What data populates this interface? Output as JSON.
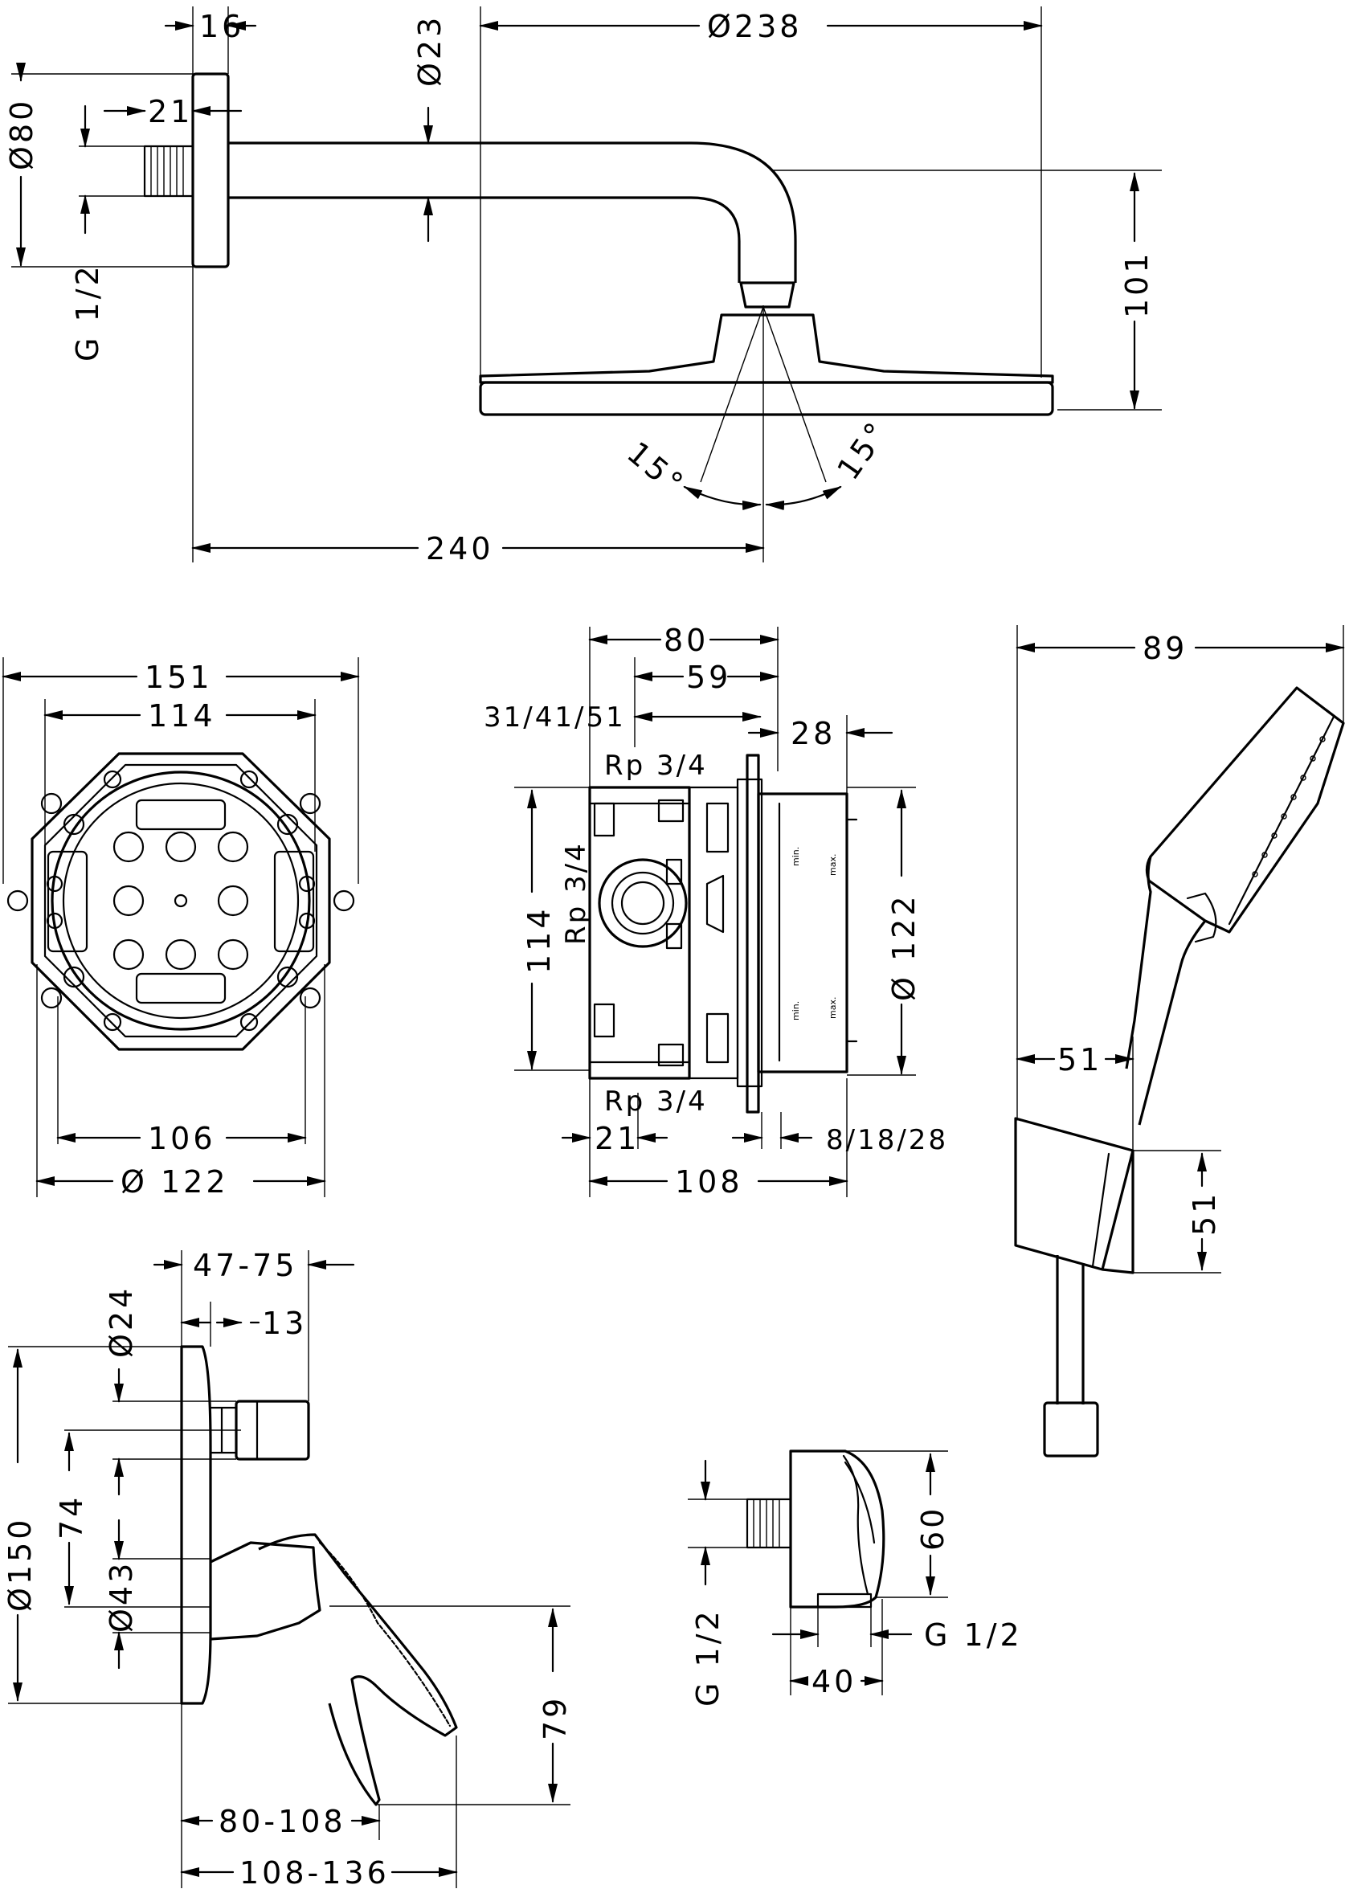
{
  "shower_head": {
    "dim_flange_thickness": "16",
    "dim_arm_diameter": "Ø23",
    "dim_head_diameter": "Ø238",
    "dim_thread_length": "21",
    "dim_flange_diameter": "Ø80",
    "dim_thread": "G 1/2",
    "dim_height": "101",
    "angle_left": "15°",
    "angle_right": "15°",
    "dim_projection": "240"
  },
  "mounting_box_front": {
    "dim_outer": "151",
    "dim_inner": "114",
    "dim_bottom": "106",
    "dim_diameter": "Ø 122"
  },
  "mounting_box_side": {
    "dim_total": "80",
    "dim_depth": "59",
    "dim_adjust": "31/41/51",
    "dim_plate": "28",
    "thread_top": "Rp 3/4",
    "thread_mid": "Rp 3/4",
    "thread_bottom": "Rp 3/4",
    "dim_height": "114",
    "dim_diameter": "Ø 122",
    "dim_bottom_left": "21",
    "dim_bottom_right": "8/18/28",
    "dim_width": "108",
    "mark_min": "min.",
    "mark_max": "max."
  },
  "hand_shower": {
    "dim_width": "89",
    "dim_holder_width": "51",
    "dim_holder_height": "51"
  },
  "mixer": {
    "dim_depth": "47-75",
    "dim_connector": "Ø24",
    "dim_connector_len": "13",
    "dim_plate": "Ø150",
    "dim_offset": "74",
    "dim_body": "Ø43",
    "dim_spout_height": "79",
    "dim_projection_inner": "80-108",
    "dim_projection_outer": "108-136"
  },
  "wall_outlet": {
    "dim_height": "60",
    "dim_thread_left": "G 1/2",
    "dim_thread_right": "G 1/2",
    "dim_width": "40"
  }
}
